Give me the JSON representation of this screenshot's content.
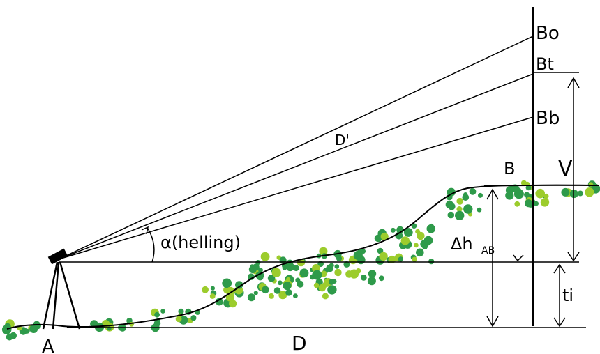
{
  "labels": {
    "point_a": "A",
    "point_b": "B",
    "target_top": "Bo",
    "target_middle": "Bt",
    "target_bottom": "Bb",
    "slope_distance": "D'",
    "angle": "α(helling)",
    "vertical": "V",
    "height_difference": "Δh",
    "height_difference_sub": "AB",
    "instrument_height": "ti",
    "horizontal_distance": "D"
  },
  "colors": {
    "line": "#000000",
    "grass_dark": "#2e9a4a",
    "grass_light": "#9ccc2c",
    "background": "#ffffff"
  }
}
